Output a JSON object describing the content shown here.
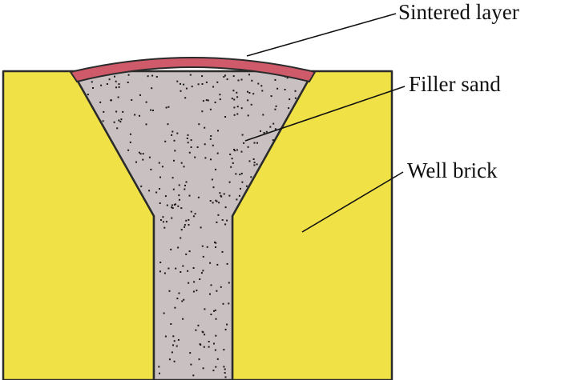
{
  "labels": {
    "sintered_layer": "Sintered layer",
    "filler_sand": "Filler sand",
    "well_brick": "Well brick"
  },
  "colors": {
    "well_brick": "#f0e246",
    "filler_sand": "#c9c0c2",
    "sintered_layer": "#cf5a6a",
    "sand_dots": "#1a1a1a",
    "outline": "#2b2b2b"
  }
}
